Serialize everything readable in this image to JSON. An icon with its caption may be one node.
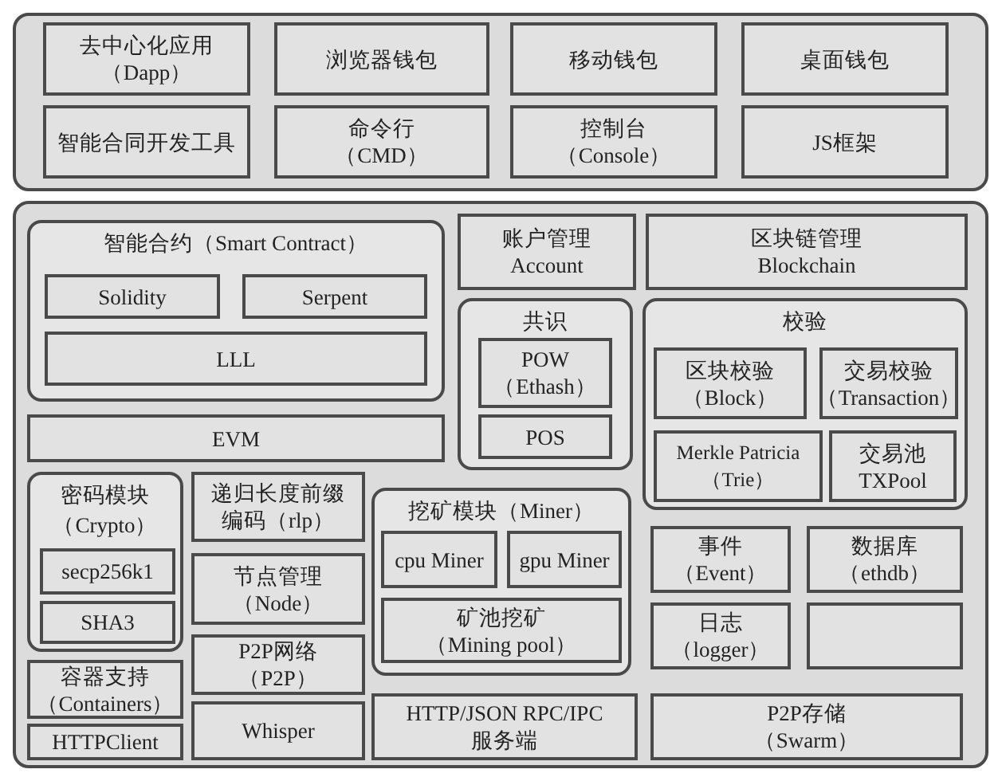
{
  "diagram": {
    "nodes": [
      {
        "text": [],
        "shape": "box"
      },
      {
        "text": [
          "去中心化应用",
          "（Dapp）"
        ],
        "in": 0
      },
      {
        "text": [
          "浏览器钱包"
        ],
        "in": 0
      },
      {
        "text": [
          "移动钱包"
        ],
        "in": 0
      },
      {
        "text": [
          "桌面钱包"
        ],
        "in": 0
      },
      {
        "text": [
          "智能合同开发工具"
        ],
        "in": 0
      },
      {
        "text": [
          "命令行",
          "（CMD）"
        ],
        "in": 0
      },
      {
        "text": [
          "控制台",
          "（Console）"
        ],
        "in": 0
      },
      {
        "text": [
          "JS框架"
        ],
        "in": 0
      },
      {
        "text": [],
        "shape": "box"
      },
      {
        "text": [
          "智能合约（Smart Contract）"
        ],
        "in": 9
      },
      {
        "text": [
          "Solidity"
        ],
        "in": 10
      },
      {
        "text": [
          "Serpent"
        ],
        "in": 10
      },
      {
        "text": [
          "LLL"
        ],
        "in": 10
      },
      {
        "text": [
          "账户管理",
          "Account"
        ],
        "in": 9
      },
      {
        "text": [
          "区块链管理",
          "Blockchain"
        ],
        "in": 9
      },
      {
        "text": [
          "共识"
        ],
        "in": 9
      },
      {
        "text": [
          "POW",
          "（Ethash）"
        ],
        "in": 16
      },
      {
        "text": [
          "POS"
        ],
        "in": 16
      },
      {
        "text": [
          "校验"
        ],
        "in": 9
      },
      {
        "text": [
          "区块校验",
          "（Block）"
        ],
        "in": 19
      },
      {
        "text": [
          "交易校验",
          "（Transaction）"
        ],
        "in": 19
      },
      {
        "text": [
          "Merkle Patricia（Trie）"
        ],
        "in": 19
      },
      {
        "text": [
          "交易池",
          "TXPool"
        ],
        "in": 19
      },
      {
        "text": [
          "EVM"
        ],
        "in": 9
      },
      {
        "text": [
          "密码模块",
          "（Crypto）"
        ],
        "in": 9
      },
      {
        "text": [
          "secp256k1"
        ],
        "in": 25
      },
      {
        "text": [
          "SHA3"
        ],
        "in": 25
      },
      {
        "text": [
          "递归长度前缀编码（rlp）"
        ],
        "in": 9
      },
      {
        "text": [
          "节点管理",
          "（Node）"
        ],
        "in": 9
      },
      {
        "text": [
          "挖矿模块（Miner）"
        ],
        "in": 9
      },
      {
        "text": [
          "cpu Miner"
        ],
        "in": 30
      },
      {
        "text": [
          "gpu Miner"
        ],
        "in": 30
      },
      {
        "text": [
          "矿池挖矿",
          "（Mining pool）"
        ],
        "in": 30
      },
      {
        "text": [
          "事件",
          "（Event）"
        ],
        "in": 9
      },
      {
        "text": [
          "数据库",
          "（ethdb）"
        ],
        "in": 9
      },
      {
        "text": [
          "日志",
          "（logger）"
        ],
        "in": 9
      },
      {
        "text": [],
        "shape": "box",
        "in": 9
      },
      {
        "text": [
          "容器支持",
          "（Containers）"
        ],
        "in": 9
      },
      {
        "text": [
          "HTTPClient"
        ],
        "in": 9
      },
      {
        "text": [
          "P2P网络",
          "（P2P）"
        ],
        "in": 9
      },
      {
        "text": [
          "Whisper"
        ],
        "in": 9
      },
      {
        "text": [
          "HTTP/JSON RPC/IPC 服务端"
        ],
        "in": 9
      },
      {
        "text": [
          "P2P存储",
          "（Swarm）"
        ],
        "in": 9
      }
    ]
  }
}
